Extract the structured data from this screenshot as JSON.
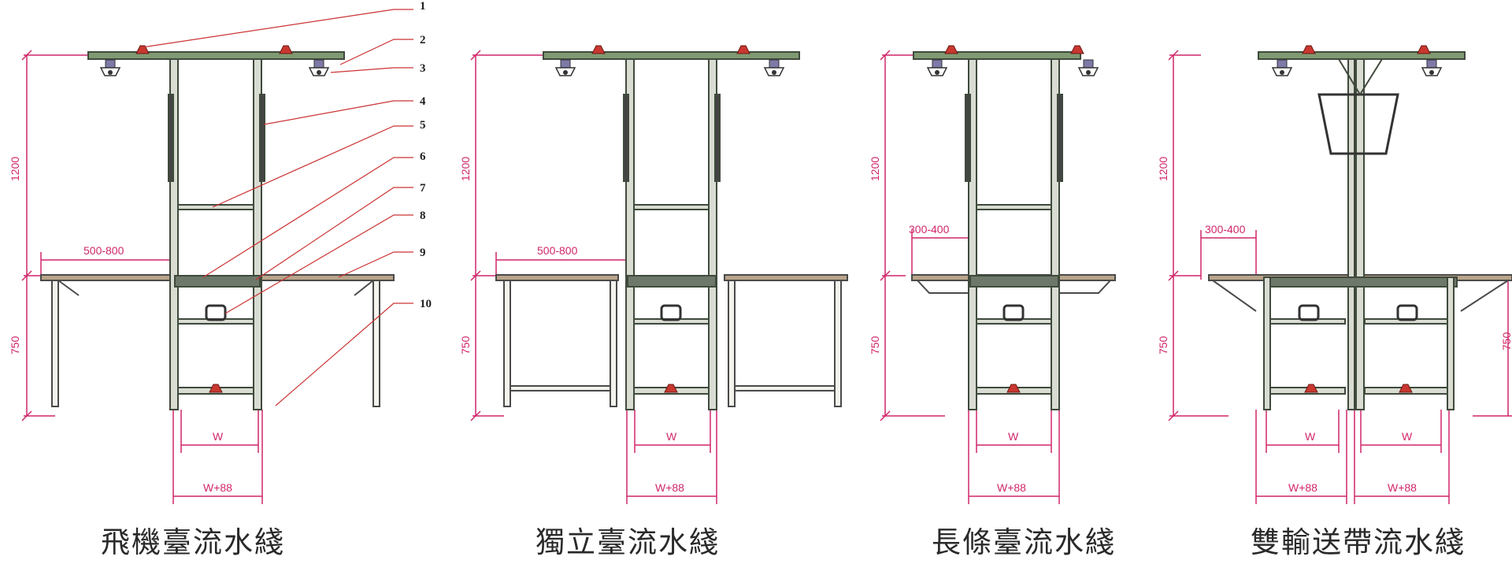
{
  "colors": {
    "dimension": "#d0266a",
    "frame": "#3f4a3c",
    "frame_fill": "#d9dcd2",
    "top_bar": "#7f9a72",
    "table_top": "#b9a58a",
    "table_leg": "#4a4a4a",
    "accent_red": "#c8372f",
    "caption": "#2a2a2a"
  },
  "callouts": [
    "1",
    "2",
    "3",
    "4",
    "5",
    "6",
    "7",
    "8",
    "9",
    "10"
  ],
  "dimensions": {
    "height_top": "1200",
    "height_bottom": "750",
    "width_inner": "W",
    "width_outer": "W+88",
    "side_wide": "500-800",
    "side_narrow": "300-400",
    "height_partial": "750"
  },
  "panels": [
    {
      "caption": "飛機臺流水綫"
    },
    {
      "caption": "獨立臺流水綫"
    },
    {
      "caption": "長條臺流水綫"
    },
    {
      "caption": "雙輸送帶流水綫"
    }
  ]
}
